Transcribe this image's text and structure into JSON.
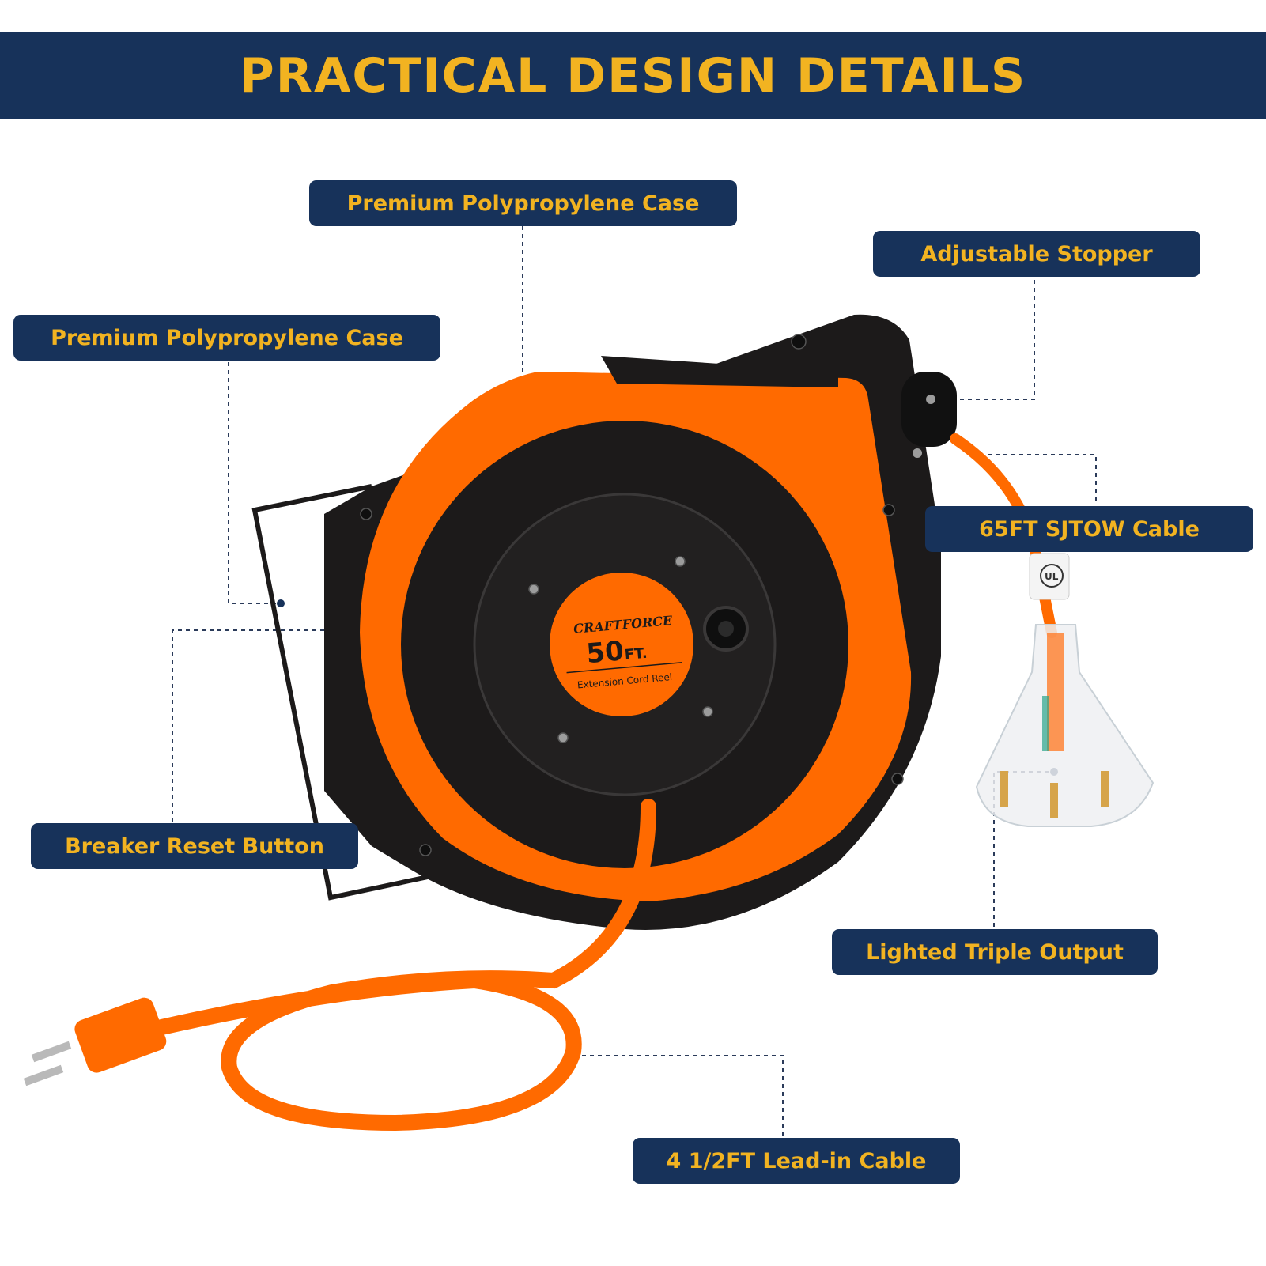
{
  "banner": {
    "title": "PRACTICAL DESIGN DETAILS"
  },
  "callouts": {
    "case_top": "Premium Polypropylene Case",
    "stopper": "Adjustable Stopper",
    "case_left": "Premium Polypropylene Case",
    "cable_65": "65FT SJTOW Cable",
    "breaker": "Breaker Reset Button",
    "triple_output": "Lighted Triple Output",
    "lead_in": "4 1/2FT Lead-in Cable"
  },
  "product_label": {
    "brand": "CRAFTFORCE",
    "length": "50",
    "unit": "FT.",
    "description": "Extension Cord Reel"
  },
  "colors": {
    "banner_bg": "#17325a",
    "accent_text": "#f2b321",
    "reel_orange": "#ff6a00",
    "reel_black": "#1c1a1a"
  }
}
